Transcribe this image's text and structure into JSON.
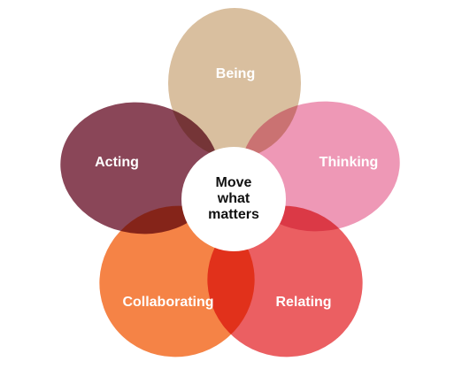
{
  "diagram": {
    "center": {
      "lines": [
        "Move",
        "what",
        "matters"
      ]
    },
    "petals": [
      {
        "id": "being",
        "label": "Being",
        "color": "#d9bf9f"
      },
      {
        "id": "thinking",
        "label": "Thinking",
        "color": "#ee98b6"
      },
      {
        "id": "relating",
        "label": "Relating",
        "color": "#eb5f62"
      },
      {
        "id": "collaborating",
        "label": "Collaborating",
        "color": "#f58346"
      },
      {
        "id": "acting",
        "label": "Acting",
        "color": "#8a4658"
      }
    ]
  }
}
